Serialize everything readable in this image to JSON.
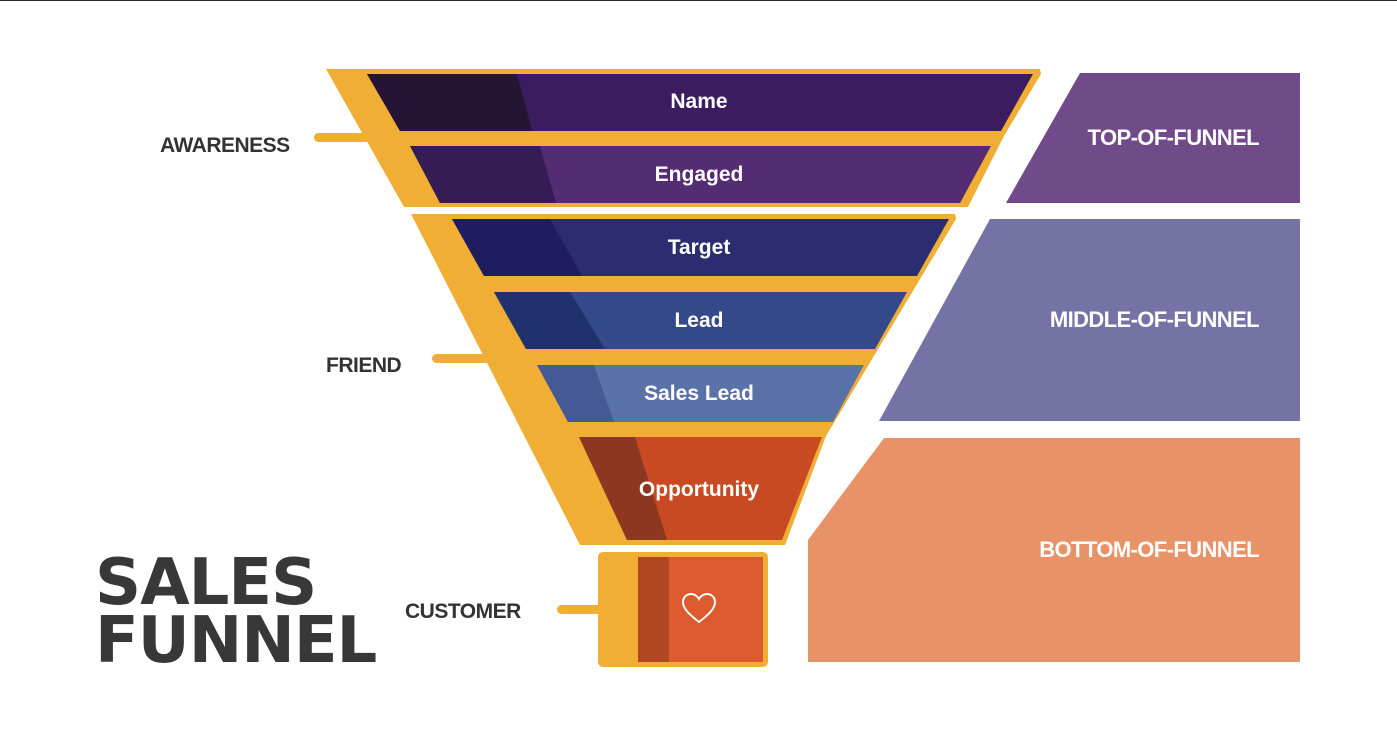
{
  "title": {
    "line1": "SALES",
    "line2": "FUNNEL"
  },
  "colors": {
    "frame": "#f0ae35",
    "text_dark": "#383838",
    "text_light": "#ffffff"
  },
  "funnel_stages": [
    {
      "label": "Name",
      "color": "#3b1c60",
      "shade": "#241534"
    },
    {
      "label": "Engaged",
      "color": "#532c74",
      "shade": "#361c55"
    },
    {
      "label": "Target",
      "color": "#2c2d71",
      "shade": "#1f1c60"
    },
    {
      "label": "Lead",
      "color": "#33498a",
      "shade": "#20326e"
    },
    {
      "label": "Sales Lead",
      "color": "#5a72a8",
      "shade": "#455a94"
    },
    {
      "label": "Opportunity",
      "color": "#c84a23",
      "shade": "#8e3720"
    }
  ],
  "customer": {
    "icon": "heart-icon",
    "color": "#dc5a2e",
    "shade": "#b04721"
  },
  "side_labels": {
    "awareness": "AWARENESS",
    "friend": "FRIEND",
    "customer": "CUSTOMER"
  },
  "panels": [
    {
      "label": "TOP-OF-FUNNEL",
      "color": "#704a89"
    },
    {
      "label": "MIDDLE-OF-FUNNEL",
      "color": "#7572a6"
    },
    {
      "label": "BOTTOM-OF-FUNNEL",
      "color": "#e89267"
    }
  ]
}
